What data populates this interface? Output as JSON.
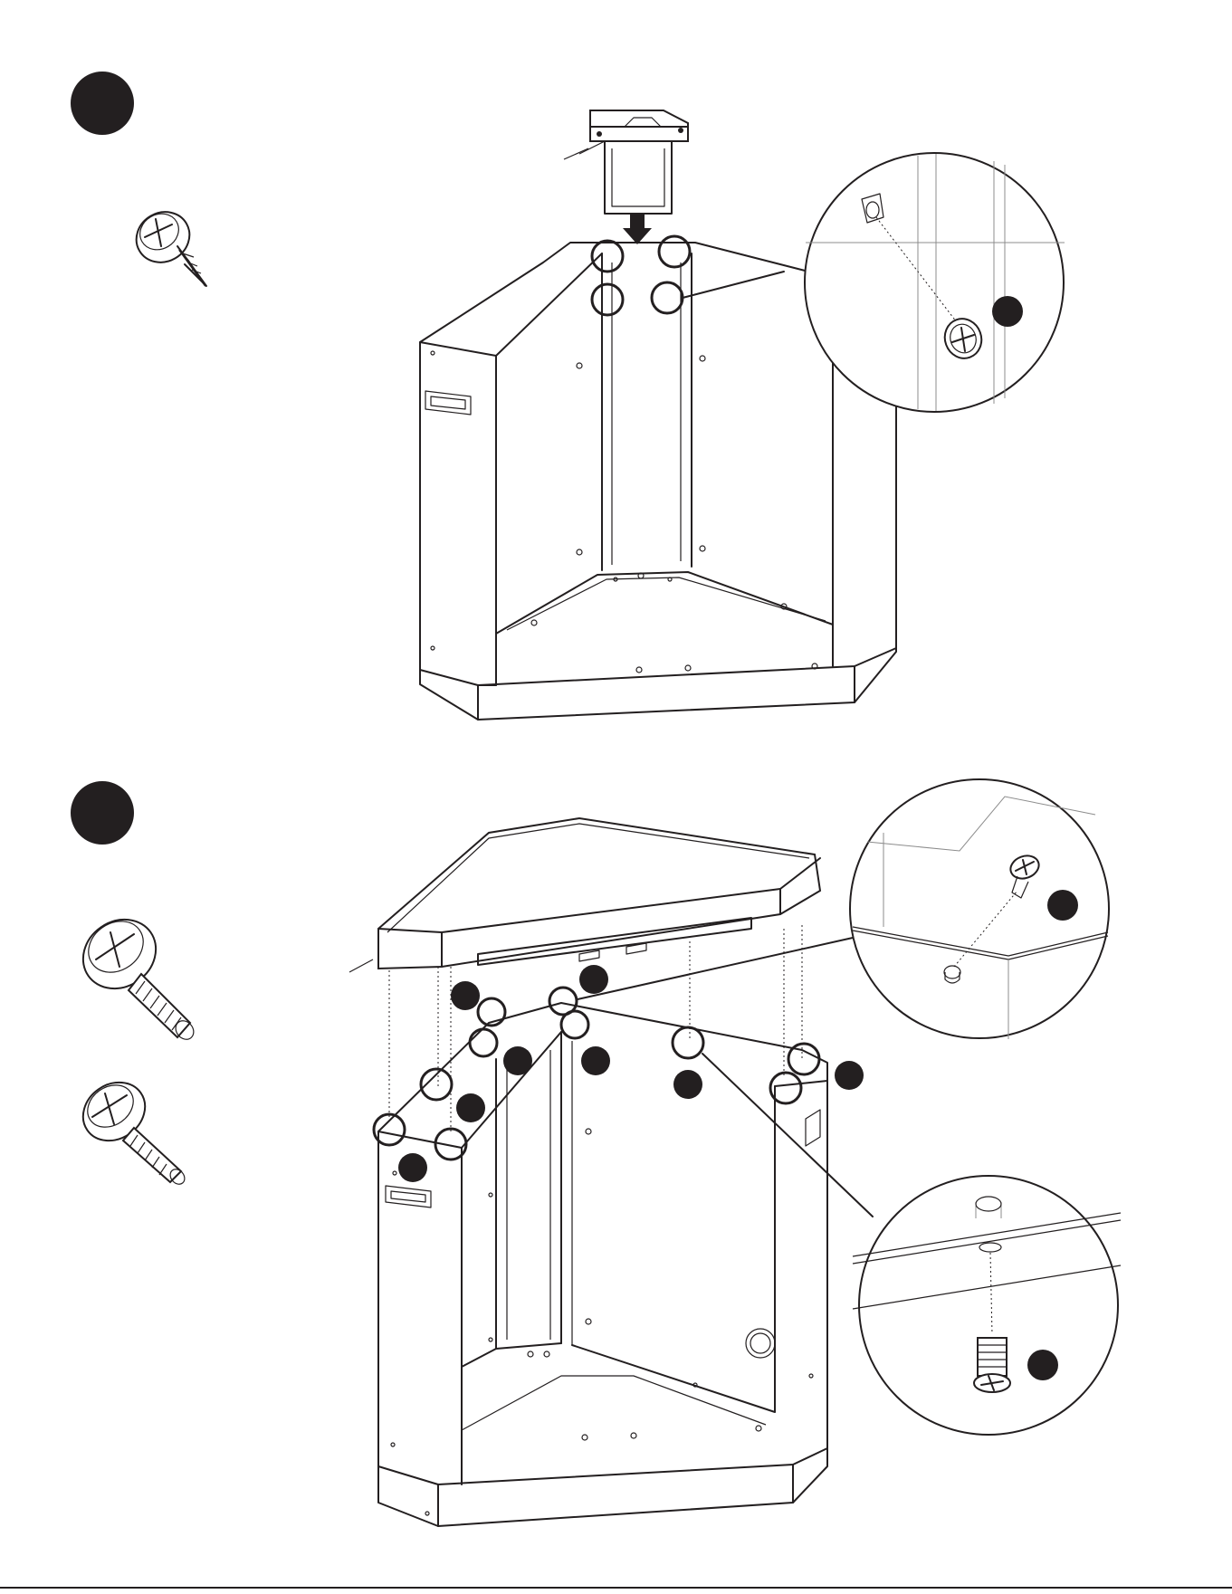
{
  "page": {
    "ink_color": "#231f20",
    "background_color": "#ffffff"
  },
  "steps": [
    {
      "id": "step-upper",
      "hardware_icons": [
        "self-tapping-screw-icon"
      ],
      "callout_count": 1,
      "highlighted_hole_count": 4
    },
    {
      "id": "step-lower",
      "hardware_icons": [
        "large-machine-screw-icon",
        "small-machine-screw-icon"
      ],
      "callout_count": 2,
      "highlighted_hole_count": 9
    }
  ],
  "footer": {
    "mark": ""
  }
}
